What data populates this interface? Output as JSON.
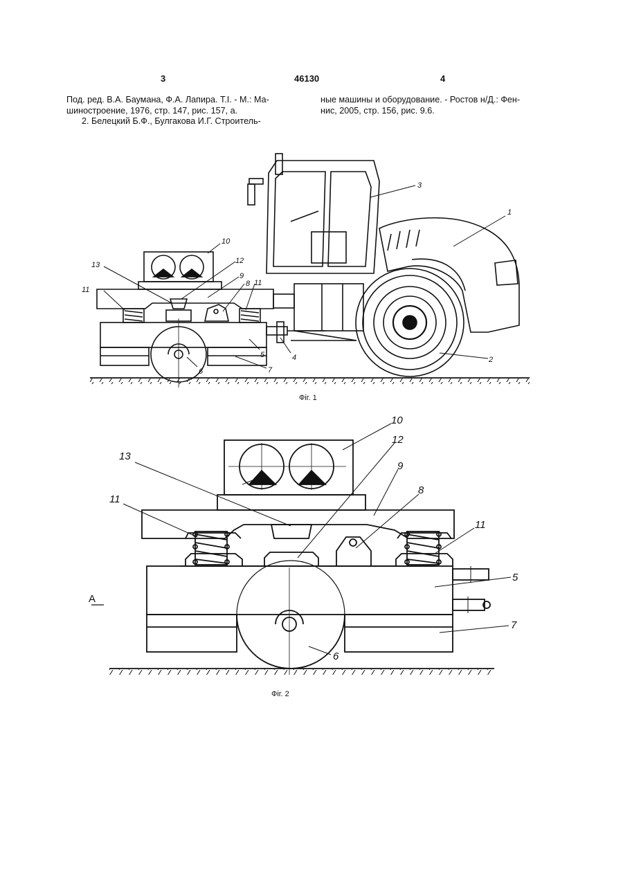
{
  "header": {
    "page_left": "3",
    "patent_number": "46130",
    "page_right": "4"
  },
  "references": {
    "left_line1": "Под. ред. В.А. Баумана, Ф.А. Лапира. Т.І. - М.: Ма-",
    "left_line2": "шиностроение, 1976, стр. 147, рис. 157, а.",
    "left_line3": "2. Белецкий Б.Ф., Булгакова И.Г. Строитель-",
    "right_line1": "ные машины и оборудование. - Ростов н/Д.: Фен-",
    "right_line2": "нис, 2005, стр. 156, рис. 9.6."
  },
  "fig1": {
    "caption": "Фіг. 1",
    "labels": {
      "l1": "1",
      "l2": "2",
      "l3": "3",
      "l4": "4",
      "l5": "5",
      "l6": "6",
      "l7": "7",
      "l8": "8",
      "l9": "9",
      "l10": "10",
      "l11a": "11",
      "l11b": "11",
      "l12": "12",
      "l13": "13"
    }
  },
  "fig2": {
    "caption": "Фіг. 2",
    "view_mark": "A",
    "labels": {
      "l5": "5",
      "l6": "6",
      "l7": "7",
      "l8": "8",
      "l9": "9",
      "l10": "10",
      "l11a": "11",
      "l11b": "11",
      "l12": "12",
      "l13": "13"
    }
  },
  "colors": {
    "ink": "#111111",
    "paper": "#ffffff"
  }
}
